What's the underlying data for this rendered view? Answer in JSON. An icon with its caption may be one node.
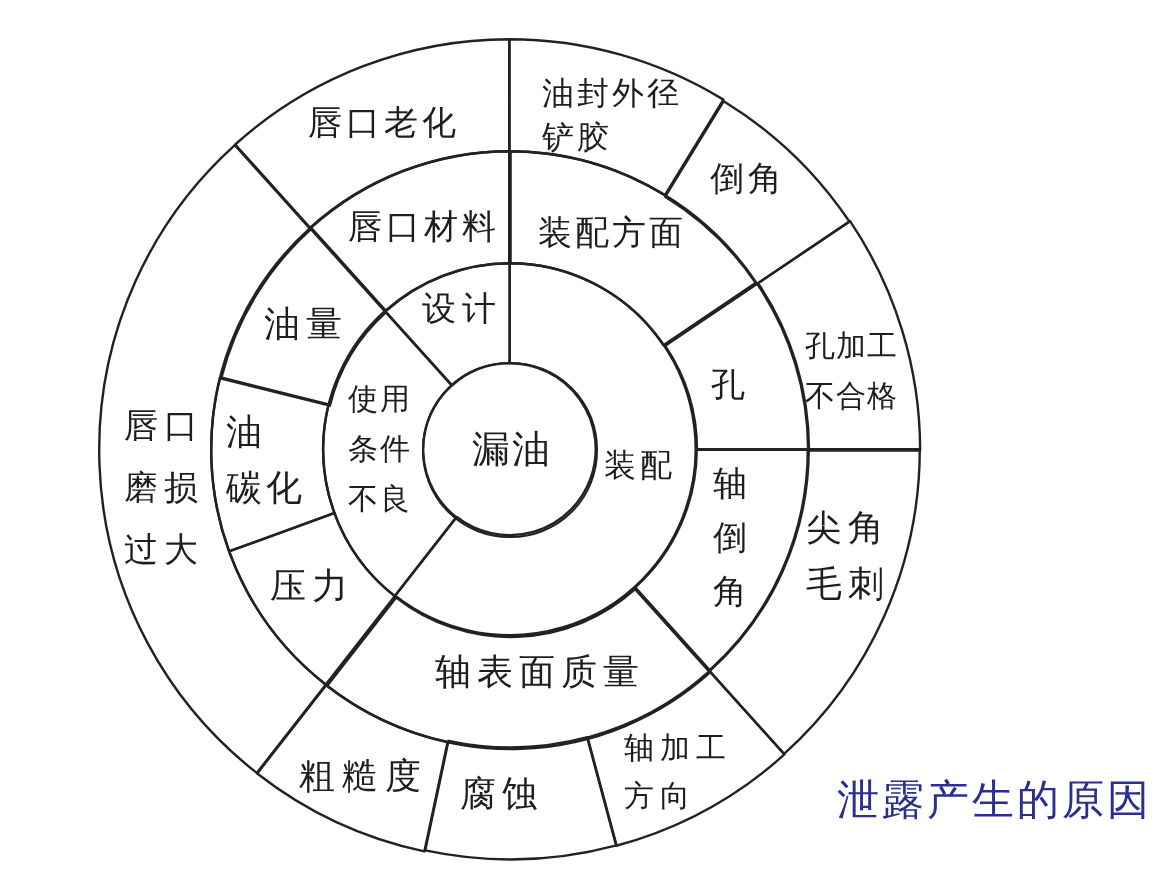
{
  "diagram": {
    "caption": "泄露产生的原因",
    "nodes": [
      {
        "text": [
          "漏油"
        ]
      },
      {
        "text": [
          "设计"
        ]
      },
      {
        "text": [
          "装配"
        ]
      },
      {
        "text": [
          "使用条件不良"
        ]
      },
      {
        "text": [
          "唇口材料"
        ]
      },
      {
        "text": [
          "装配方面"
        ]
      },
      {
        "text": [
          "孔"
        ]
      },
      {
        "text": [
          "轴倒角"
        ]
      },
      {
        "text": [
          "轴表面质量"
        ]
      },
      {
        "text": [
          "压力"
        ]
      },
      {
        "text": [
          "油碳化"
        ]
      },
      {
        "text": [
          "油量"
        ]
      },
      {
        "text": [
          "唇口老化"
        ]
      },
      {
        "text": [
          "油封外径铲胶"
        ]
      },
      {
        "text": [
          "倒角"
        ]
      },
      {
        "text": [
          "孔加工不合格"
        ]
      },
      {
        "text": [
          "尖角毛刺"
        ]
      },
      {
        "text": [
          "轴加工方向"
        ]
      },
      {
        "text": [
          "腐蚀"
        ]
      },
      {
        "text": [
          "粗糙度"
        ]
      },
      {
        "text": [
          "唇口磨损过大"
        ]
      }
    ]
  }
}
